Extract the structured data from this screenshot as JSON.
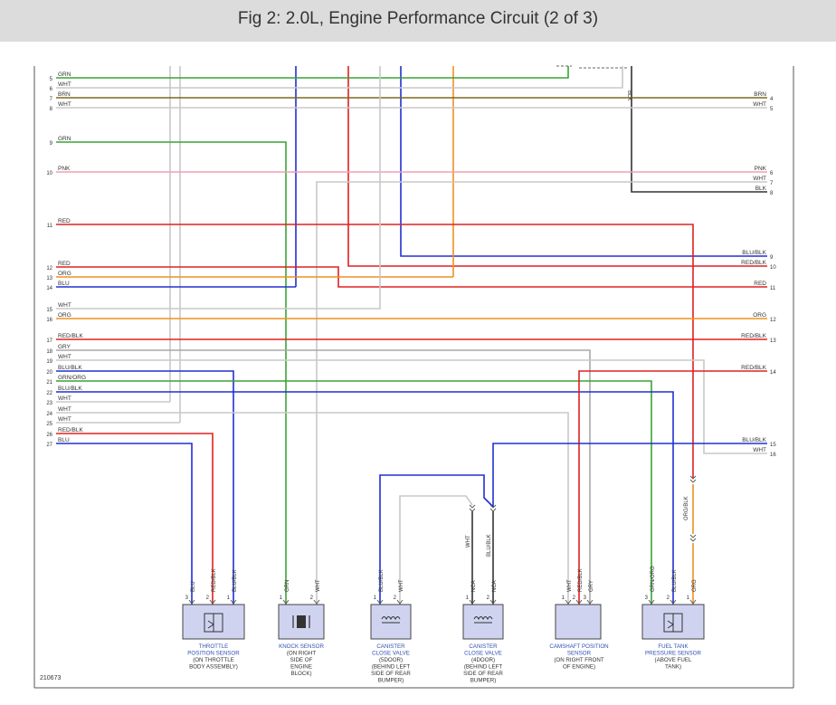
{
  "title": "Fig 2: 2.0L, Engine Performance Circuit (2 of 3)",
  "figure_number": "210673",
  "colors": {
    "GRN": "#3aa335",
    "WHT": "#c8c8c8",
    "BRN": "#7a6a1e",
    "PNK": "#f0a0b4",
    "RED": "#e02020",
    "ORG": "#f0901e",
    "BLU": "#2030d0",
    "GRY": "#a8a8a8",
    "BLK": "#333333",
    "VIO": "#7030a0"
  },
  "left_pins": [
    {
      "pin": "5",
      "label": "GRN"
    },
    {
      "pin": "6",
      "label": "WHT"
    },
    {
      "pin": "7",
      "label": "BRN"
    },
    {
      "pin": "8",
      "label": "WHT"
    },
    {
      "pin": "9",
      "label": "GRN"
    },
    {
      "pin": "10",
      "label": "PNK"
    },
    {
      "pin": "11",
      "label": "RED"
    },
    {
      "pin": "12",
      "label": "RED"
    },
    {
      "pin": "13",
      "label": "ORG"
    },
    {
      "pin": "14",
      "label": "BLU"
    },
    {
      "pin": "15",
      "label": "WHT"
    },
    {
      "pin": "16",
      "label": "ORG"
    },
    {
      "pin": "17",
      "label": "RED/BLK"
    },
    {
      "pin": "18",
      "label": "GRY"
    },
    {
      "pin": "19",
      "label": "WHT"
    },
    {
      "pin": "20",
      "label": "BLU/BLK"
    },
    {
      "pin": "21",
      "label": "GRN/ORG"
    },
    {
      "pin": "22",
      "label": "BLU/BLK"
    },
    {
      "pin": "23",
      "label": "WHT"
    },
    {
      "pin": "24",
      "label": "WHT"
    },
    {
      "pin": "25",
      "label": "WHT"
    },
    {
      "pin": "26",
      "label": "RED/BLK"
    },
    {
      "pin": "27",
      "label": "BLU"
    }
  ],
  "right_pins": [
    {
      "pin": "4",
      "label": "BRN"
    },
    {
      "pin": "5",
      "label": "WHT"
    },
    {
      "pin": "6",
      "label": "PNK"
    },
    {
      "pin": "7",
      "label": "WHT"
    },
    {
      "pin": "8",
      "label": "BLK"
    },
    {
      "pin": "9",
      "label": "BLU/BLK"
    },
    {
      "pin": "10",
      "label": "RED/BLK"
    },
    {
      "pin": "11",
      "label": "RED"
    },
    {
      "pin": "12",
      "label": "ORG"
    },
    {
      "pin": "13",
      "label": "RED/BLK"
    },
    {
      "pin": "14",
      "label": "RED/BLK"
    },
    {
      "pin": "15",
      "label": "BLU/BLK"
    },
    {
      "pin": "16",
      "label": "WHT"
    }
  ],
  "top_labels": {
    "blk": "BLK"
  },
  "inline_labels": [
    {
      "id": "nca-wht",
      "text": "WHT"
    },
    {
      "id": "nca-blublk",
      "text": "BLU/BLK"
    },
    {
      "id": "orgblk",
      "text": "ORG/BLK"
    }
  ],
  "components": [
    {
      "id": "throttle-position-sensor",
      "name": [
        "THROTTLE",
        "POSITION SENSOR"
      ],
      "detail": [
        "(ON THROTTLE",
        "BODY ASSEMBLY)"
      ],
      "wires": [
        {
          "pin": "3",
          "label": "BLU"
        },
        {
          "pin": "2",
          "label": "RED/BLK"
        },
        {
          "pin": "1",
          "label": "BLU/BLK"
        }
      ]
    },
    {
      "id": "knock-sensor",
      "name": [
        "KNOCK SENSOR"
      ],
      "detail": [
        "(ON RIGHT",
        "SIDE OF",
        "ENGINE",
        "BLOCK)"
      ],
      "wires": [
        {
          "pin": "1",
          "label": "GRN"
        },
        {
          "pin": "2",
          "label": "WHT"
        }
      ]
    },
    {
      "id": "canister-close-valve-5door",
      "name": [
        "CANISTER",
        "CLOSE VALVE"
      ],
      "detail": [
        "(5DOOR)",
        "(BEHIND LEFT",
        "SIDE OF REAR",
        "BUMPER)"
      ],
      "wires": [
        {
          "pin": "1",
          "label": "BLU/BLK"
        },
        {
          "pin": "2",
          "label": "WHT"
        }
      ]
    },
    {
      "id": "canister-close-valve-4door",
      "name": [
        "CANISTER",
        "CLOSE VALVE"
      ],
      "detail": [
        "(4DOOR)",
        "(BEHIND LEFT",
        "SIDE OF REAR",
        "BUMPER)"
      ],
      "wires": [
        {
          "pin": "1",
          "label": "NCA"
        },
        {
          "pin": "2",
          "label": "NCA"
        }
      ]
    },
    {
      "id": "camshaft-position-sensor",
      "name": [
        "CAMSHAFT POSITION",
        "SENSOR"
      ],
      "detail": [
        "(ON RIGHT FRONT",
        "OF ENGINE)"
      ],
      "wires": [
        {
          "pin": "1",
          "label": "WHT"
        },
        {
          "pin": "2",
          "label": "RED/BLK"
        },
        {
          "pin": "3",
          "label": "GRY"
        }
      ]
    },
    {
      "id": "fuel-tank-pressure-sensor",
      "name": [
        "FUEL TANK",
        "PRESSURE SENSOR"
      ],
      "detail": [
        "(ABOVE FUEL",
        "TANK)"
      ],
      "wires": [
        {
          "pin": "3",
          "label": "GRN/ORG"
        },
        {
          "pin": "2",
          "label": "BLU/BLK"
        },
        {
          "pin": "1",
          "label": "ORG"
        }
      ]
    }
  ]
}
